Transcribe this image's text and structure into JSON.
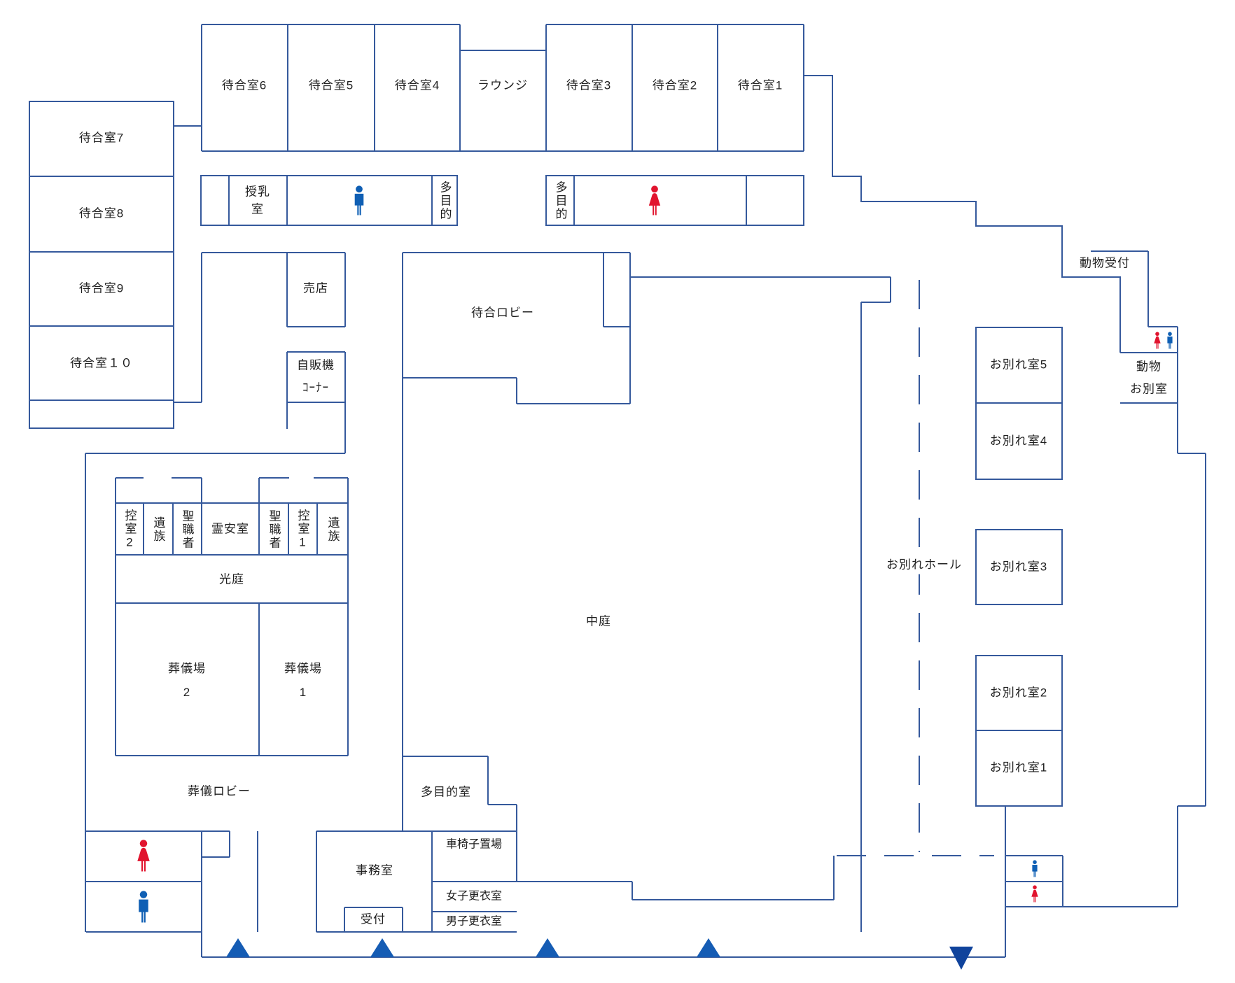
{
  "colors": {
    "wall": "#35599C",
    "man_icon": "#0F5FB4",
    "woman_icon": "#E1142E",
    "entrance_marker": "#155CB4",
    "exit_marker": "#10439C",
    "label_text": "#1F1F1F",
    "background": "#FFFFFF"
  },
  "waiting": {
    "r1": "待合室1",
    "r2": "待合室2",
    "r3": "待合室3",
    "r4": "待合室4",
    "r5": "待合室5",
    "r6": "待合室6",
    "r7": "待合室7",
    "r8": "待合室8",
    "r9": "待合室9",
    "r10": "待合室１０",
    "lounge": "ラウンジ",
    "lobby": "待合ロビー"
  },
  "amenities": {
    "nursing_room": "授乳\n室",
    "multipurpose_wc_west": "多目的",
    "multipurpose_wc_east": "多目的",
    "shop": "売店",
    "vending_corner": "自販機\nｺｰﾅｰ"
  },
  "funeral": {
    "lobby": "葬儀ロビー",
    "hall2": "葬儀場\n2",
    "hall1": "葬儀場\n1",
    "light_court": "光庭",
    "mortuary": "霊安室",
    "clergy_west": "聖職者",
    "clergy_east": "聖職者",
    "bereaved_west": "遺族",
    "bereaved_east": "遺族",
    "anteroom2": "控室2",
    "anteroom1": "控室1"
  },
  "courtyard": "中庭",
  "farewell": {
    "hall": "お別れホール",
    "room5": "お別れ室5",
    "room4": "お別れ室4",
    "room3": "お別れ室3",
    "room2": "お別れ室2",
    "room1": "お別れ室1"
  },
  "animal": {
    "reception": "動物受付",
    "farewell_room": "動物\nお別室"
  },
  "office": {
    "office": "事務室",
    "reception": "受付",
    "multipurpose_room": "多目的室",
    "wheelchair_area": "車椅子置場",
    "womens_locker": "女子更衣室",
    "mens_locker": "男子更衣室"
  },
  "icons": {
    "men_wc": "man-pictogram",
    "women_wc": "woman-pictogram",
    "entrance": "triangle-up",
    "exit": "triangle-down"
  }
}
